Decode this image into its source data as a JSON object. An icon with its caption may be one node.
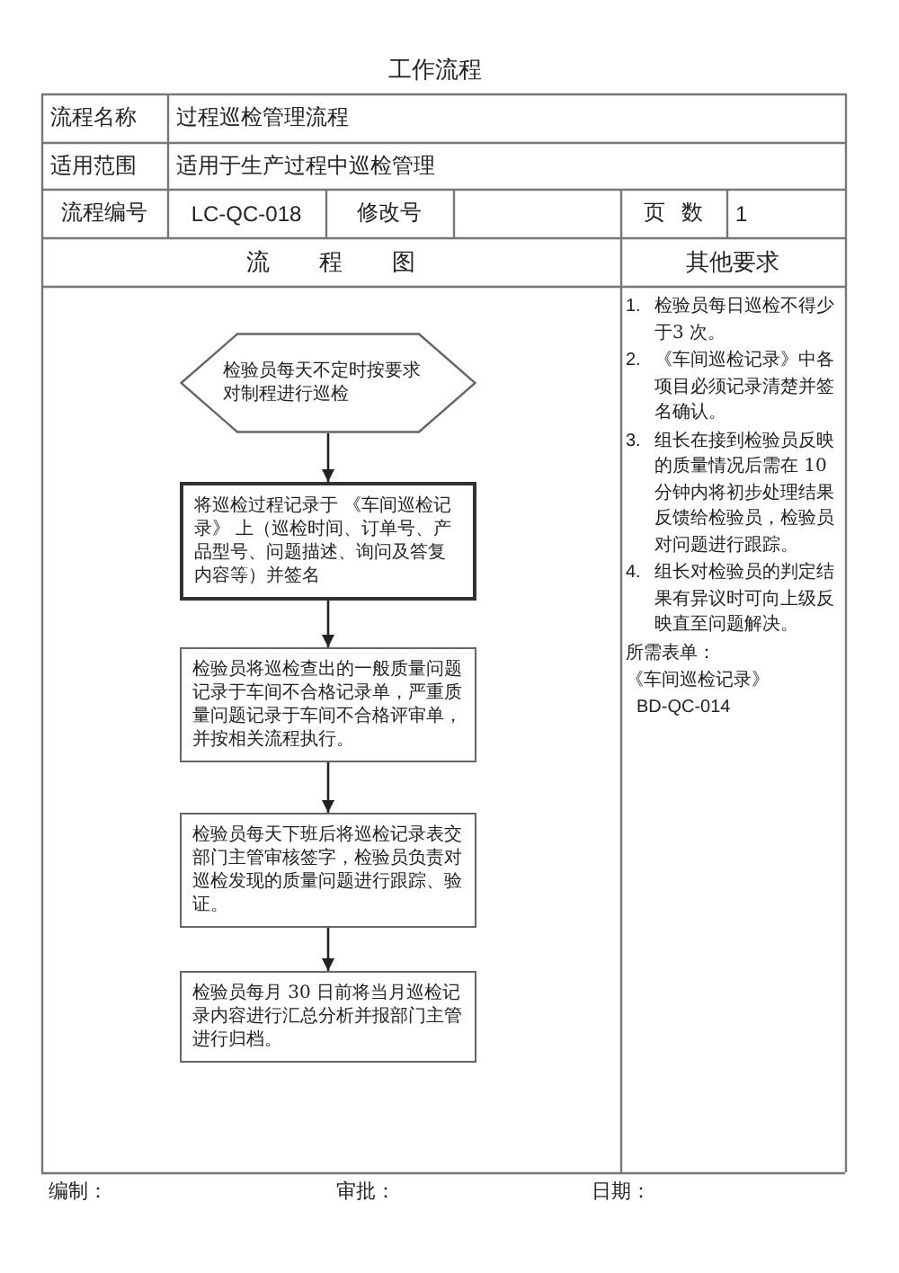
{
  "diagram": {
    "title": "工作流程",
    "nodes": [
      {
        "text": [
          "检验员每天不定时按要求对制程进行巡检"
        ]
      },
      {
        "text": [
          "将巡检过程记录于 《车间巡检记录》 上（巡检时间、订单号、产品型号、问题描述、询问及答复内容等）并签名"
        ]
      },
      {
        "text": [
          "检验员将巡检查出的一般质量问题记录于车间不合格记录单，严重质量问题记录于车间不合格评审单，并按相关流程执行。"
        ]
      },
      {
        "text": [
          "检验员每天下班后将巡检记录表交部门主管审核签字，检验员负责对巡检发现的质量问题进行跟踪、验证。"
        ]
      },
      {
        "text": [
          "检验员每月 30 日前将当月巡检记录内容进行汇总分析并报部门主管进行归档。"
        ]
      }
    ],
    "edges": [
      {
        "from": 0,
        "to": 1,
        "arrow": "to"
      },
      {
        "from": 1,
        "to": 2,
        "arrow": "to"
      },
      {
        "from": 2,
        "to": 3,
        "arrow": "to"
      },
      {
        "from": 3,
        "to": 4,
        "arrow": "to"
      }
    ],
    "labels": [
      "流程名称",
      "过程巡检管理流程",
      "适用范围",
      "适用于生产过程中巡检管理",
      "流程编号",
      "LC-QC-018",
      "修改号",
      "页 数",
      "1",
      "流 程 图",
      "其他要求",
      "1.",
      "检验员每日巡检不得少于3 次。",
      "2.",
      "《车间巡检记录》中各项目必须记录清楚并签名确认。",
      "3.",
      "组长在接到检验员反映的质量情况后需在 10 分钟内将初步处理结果反馈给检验员，检验员对问题进行跟踪。",
      "4.",
      "组长对检验员的判定结果有异议时可向上级反映直至问题解决。",
      "所需表单：",
      "《车间巡检记录》",
      "BD-QC-014",
      "编制：",
      "审批：",
      "日期："
    ]
  }
}
